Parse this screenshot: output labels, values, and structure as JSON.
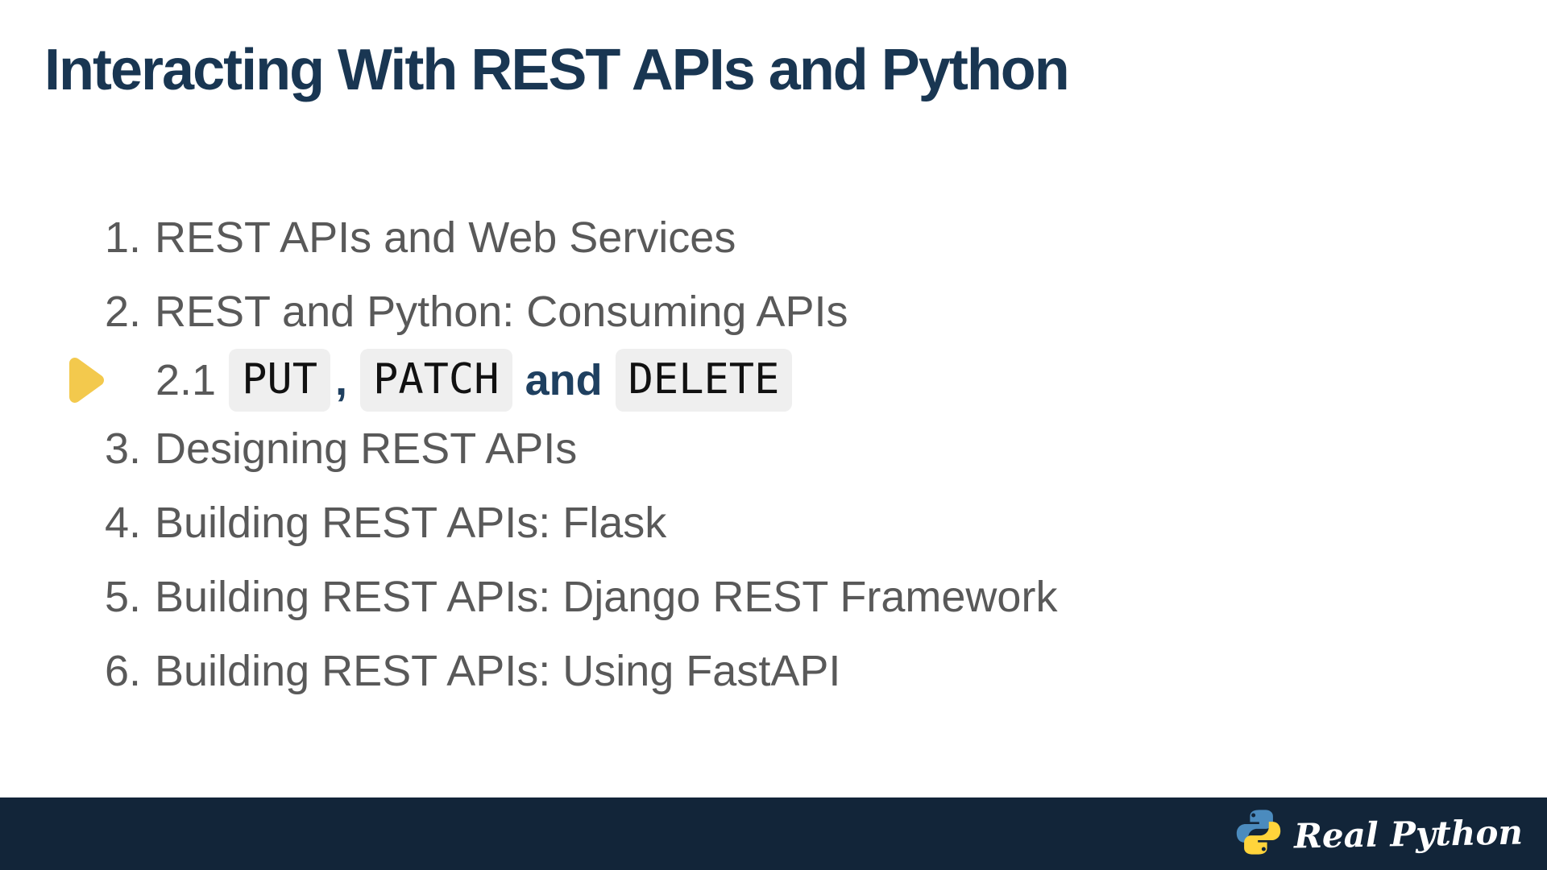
{
  "header": {
    "title": "Interacting With REST APIs and Python"
  },
  "outline": {
    "items": [
      {
        "number": "1.",
        "label": "REST APIs and Web Services"
      },
      {
        "number": "2.",
        "label": "REST and Python: Consuming APIs"
      },
      {
        "number": "3.",
        "label": "Designing REST APIs"
      },
      {
        "number": "4.",
        "label": "Building REST APIs: Flask"
      },
      {
        "number": "5.",
        "label": "Building REST APIs: Django REST Framework"
      },
      {
        "number": "6.",
        "label": "Building REST APIs: Using FastAPI"
      }
    ],
    "subitem": {
      "number": "2.1",
      "code1": "PUT",
      "comma": ",",
      "code2": "PATCH",
      "conjunction": "and",
      "code3": "DELETE"
    },
    "marker_icon": "current-item-arrow"
  },
  "footer": {
    "brand": "Real Python",
    "logo_icon": "python-logo"
  },
  "colors": {
    "title_navy": "#193652",
    "accent_navy": "#1F4060",
    "body_gray": "#595959",
    "arrow_yellow": "#F3C94D",
    "chip_bg": "#EFEFEF",
    "chip_text": "#111111",
    "footer_bg": "#122539",
    "logo_blue": "#4B8BBE",
    "logo_yellow": "#FFD43B",
    "brand_text": "#FFFFFF"
  }
}
